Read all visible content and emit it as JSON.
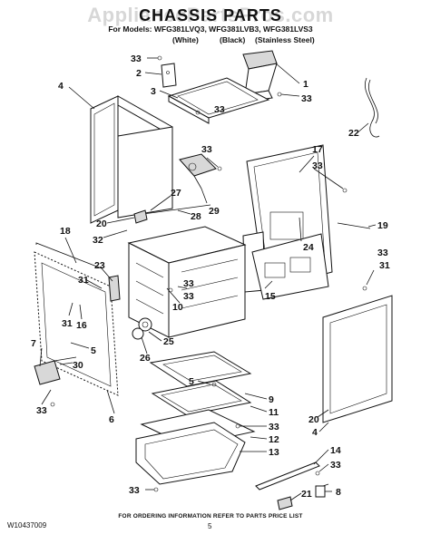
{
  "header": {
    "title": "CHASSIS PARTS",
    "watermark": "AppliancePartsPros.com",
    "models_line": "For Models: WFG381LVQ3, WFG381LVB3, WFG381LVS3",
    "colors": [
      "(White)",
      "(Black)",
      "(Stainless Steel)"
    ]
  },
  "callouts": [
    "33",
    "2",
    "1",
    "33",
    "3",
    "33",
    "4",
    "22",
    "33",
    "17",
    "33",
    "27",
    "28",
    "29",
    "20",
    "32",
    "19",
    "18",
    "24",
    "23",
    "33",
    "31",
    "33",
    "10",
    "15",
    "31",
    "16",
    "33",
    "31",
    "7",
    "5",
    "25",
    "30",
    "26",
    "5",
    "9",
    "33",
    "6",
    "11",
    "33",
    "12",
    "20",
    "4",
    "13",
    "14",
    "33",
    "33",
    "8",
    "21"
  ],
  "footer": {
    "note": "FOR ORDERING INFORMATION REFER TO PARTS PRICE LIST",
    "doc_number": "W10437009",
    "page_number": "5"
  }
}
